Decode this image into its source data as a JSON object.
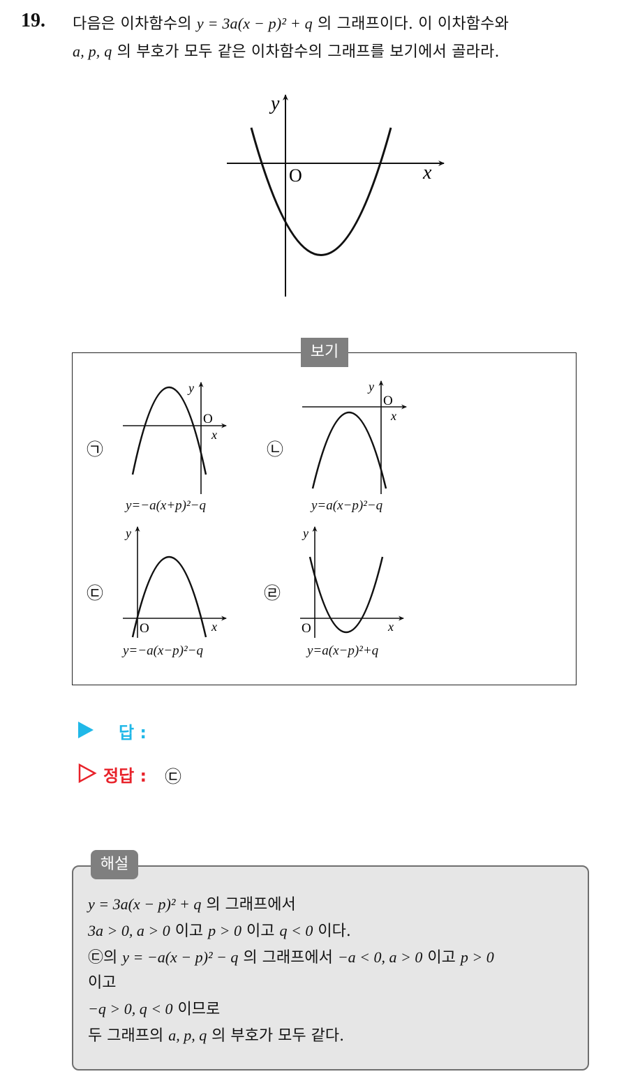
{
  "question": {
    "number": "19.",
    "line1_a": "다음은 이차함수의 ",
    "line1_eq": "y = 3a(x − p)² + q",
    "line1_b": " 의 그래프이다. 이 이차함수와",
    "line2_vars": "a,  p,  q",
    "line2_b": " 의 부호가 모두 같은 이차함수의 그래프를 보기에서 골라라."
  },
  "main_graph": {
    "y_label": "y",
    "x_label": "x",
    "origin_label": "O"
  },
  "bogi": {
    "title": "보기",
    "items": [
      {
        "marker": "㉠",
        "caption": "y=−a(x+p)²−q",
        "x_label": "x",
        "y_label": "y",
        "origin_label": "O"
      },
      {
        "marker": "㉡",
        "caption": "y=a(x−p)²−q",
        "x_label": "x",
        "y_label": "y",
        "origin_label": "O"
      },
      {
        "marker": "㉢",
        "caption": "y=−a(x−p)²−q",
        "x_label": "x",
        "y_label": "y",
        "origin_label": "O"
      },
      {
        "marker": "㉣",
        "caption": "y=a(x−p)²+q",
        "x_label": "x",
        "y_label": "y",
        "origin_label": "O"
      }
    ]
  },
  "answer": {
    "label": "답 :",
    "key_label": "정답 :",
    "key_value": "㉢"
  },
  "solution": {
    "title": "해설",
    "l1_eq": "y = 3a(x − p)² + q",
    "l1_txt": " 의 그래프에서",
    "l2_a": "3a > 0,  a > 0",
    "l2_t1": " 이고 ",
    "l2_b": "p > 0",
    "l2_t2": " 이고 ",
    "l2_c": "q < 0",
    "l2_t3": " 이다.",
    "l3_mark": "㉢의 ",
    "l3_eq": "y = −a(x − p)² − q",
    "l3_t1": " 의 그래프에서 ",
    "l3_a": "−a < 0,  a > 0",
    "l3_t2": " 이고 ",
    "l3_b": "p > 0",
    "l4": "이고",
    "l5_a": "−q > 0,  q < 0",
    "l5_t": " 이므로",
    "l6_a": "두 그래프의 ",
    "l6_vars": "a,  p,  q",
    "l6_b": " 의 부호가 모두 같다."
  }
}
